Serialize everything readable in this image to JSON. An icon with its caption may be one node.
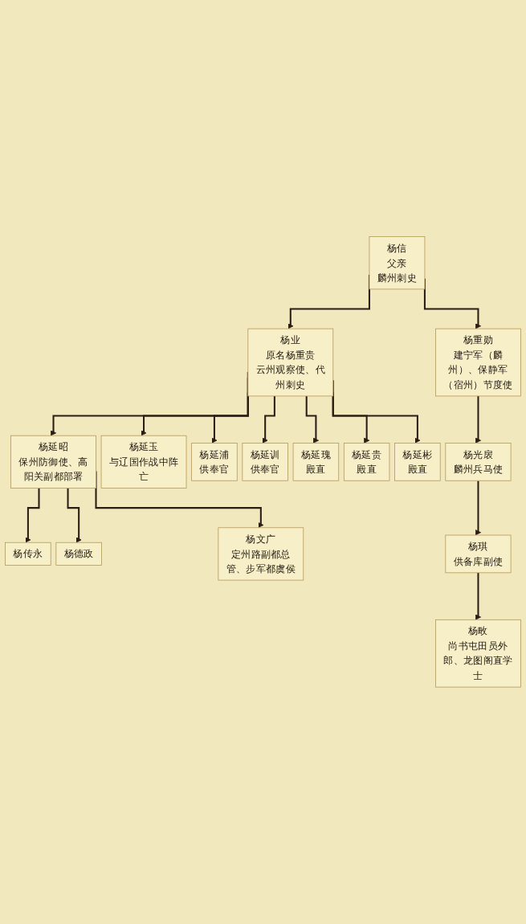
{
  "diagram": {
    "nodes": [
      {
        "text": [
          "杨信",
          "父亲",
          "麟州刺史"
        ]
      },
      {
        "text": [
          "杨业",
          "原名杨重贵",
          "云州观察使、代州刺史"
        ]
      },
      {
        "text": [
          "杨重勋",
          "建宁军（麟州）、保静军（宿州）节度使"
        ]
      },
      {
        "text": [
          "杨延昭",
          "保州防御使、高阳关副都部署"
        ]
      },
      {
        "text": [
          "杨延玉",
          "与辽国作战中阵亡"
        ]
      },
      {
        "text": [
          "杨延浦",
          "供奉官"
        ]
      },
      {
        "text": [
          "杨延训",
          "供奉官"
        ]
      },
      {
        "text": [
          "杨延瑰",
          "殿直"
        ]
      },
      {
        "text": [
          "杨延贵",
          "殿直"
        ]
      },
      {
        "text": [
          "杨延彬",
          "殿直"
        ]
      },
      {
        "text": [
          "杨光扆",
          "麟州兵马使"
        ]
      },
      {
        "text": [
          "杨传永"
        ]
      },
      {
        "text": [
          "杨德政"
        ]
      },
      {
        "text": [
          "杨文广",
          "定州路副都总管、步军都虞侯"
        ]
      },
      {
        "text": [
          "杨琪",
          "供备库副使"
        ]
      },
      {
        "text": [
          "杨畋",
          "尚书屯田员外郎、龙图阁直学士"
        ]
      }
    ],
    "edges": [
      {
        "from": 0,
        "to": 1,
        "arrow": "to"
      },
      {
        "from": 0,
        "to": 2,
        "arrow": "to"
      },
      {
        "from": 1,
        "to": 3,
        "arrow": "to"
      },
      {
        "from": 1,
        "to": 4,
        "arrow": "to"
      },
      {
        "from": 1,
        "to": 5,
        "arrow": "to"
      },
      {
        "from": 1,
        "to": 6,
        "arrow": "to"
      },
      {
        "from": 1,
        "to": 7,
        "arrow": "to"
      },
      {
        "from": 1,
        "to": 8,
        "arrow": "to"
      },
      {
        "from": 1,
        "to": 9,
        "arrow": "to"
      },
      {
        "from": 2,
        "to": 10,
        "arrow": "to"
      },
      {
        "from": 3,
        "to": 11,
        "arrow": "to"
      },
      {
        "from": 3,
        "to": 12,
        "arrow": "to"
      },
      {
        "from": 3,
        "to": 13,
        "arrow": "to"
      },
      {
        "from": 10,
        "to": 14,
        "arrow": "to"
      },
      {
        "from": 14,
        "to": 15,
        "arrow": "to"
      }
    ]
  }
}
